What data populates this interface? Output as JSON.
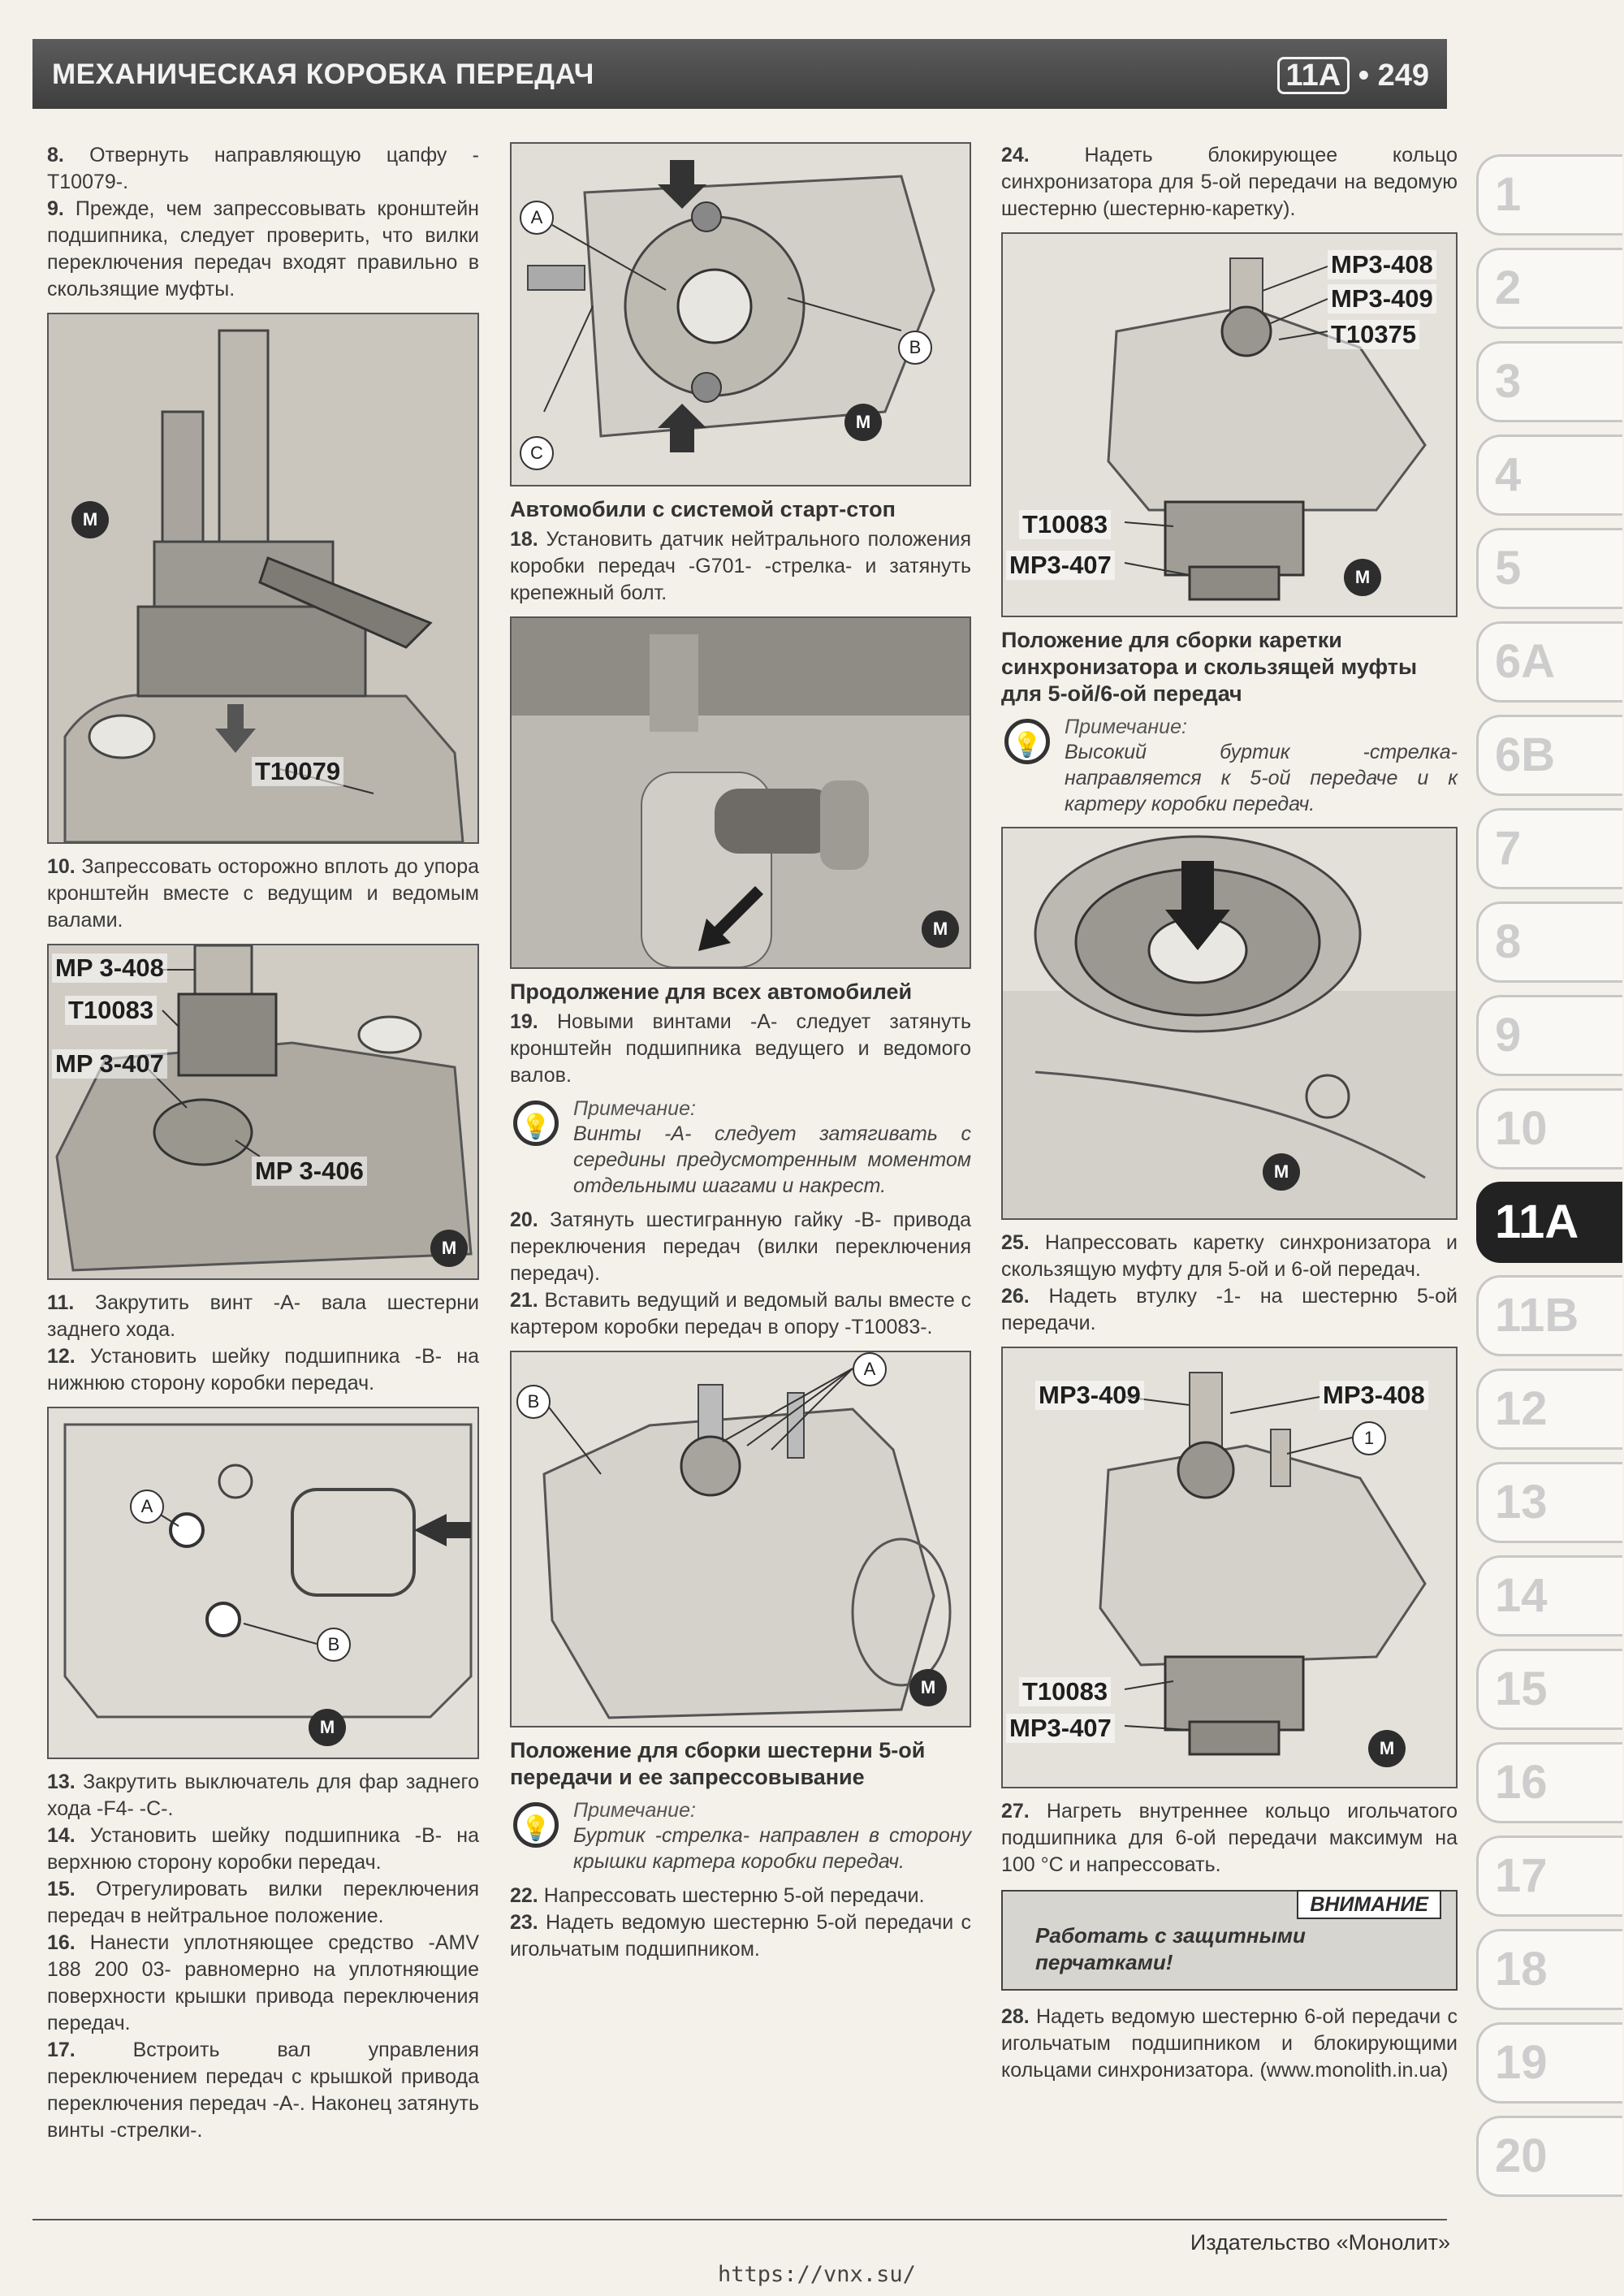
{
  "header": {
    "title": "МЕХАНИЧЕСКАЯ КОРОБКА ПЕРЕДАЧ",
    "chapter": "11A",
    "separator": "•",
    "page_number": "249"
  },
  "col1": {
    "steps_a": [
      {
        "num": "8.",
        "text": "Отвернуть направляющую цапфу -T10079-."
      },
      {
        "num": "9.",
        "text": "Прежде, чем запрессовывать кронштейн подшипника, следует проверить, что вилки переключения передач входят правильно в скользящие муфты."
      }
    ],
    "fig1": {
      "labels": [
        "T10079"
      ]
    },
    "steps_b": [
      {
        "num": "10.",
        "text": "Запрессовать осторожно вплоть до упора кронштейн вместе с ведущим и ведомым валами."
      }
    ],
    "fig2": {
      "labels": [
        "MP 3-408",
        "T10083",
        "MP 3-407",
        "MP 3-406"
      ]
    },
    "steps_c": [
      {
        "num": "11.",
        "text": "Закрутить винт -А- вала шестерни заднего хода."
      },
      {
        "num": "12.",
        "text": "Установить шейку подшипника -В- на нижнюю сторону коробки передач."
      }
    ],
    "fig3": {
      "labels": [
        "A",
        "B"
      ]
    },
    "steps_d": [
      {
        "num": "13.",
        "text": "Закрутить выключатель для фар заднего хода -F4- -C-."
      },
      {
        "num": "14.",
        "text": "Установить шейку подшипника -В- на верхнюю сторону коробки передач."
      },
      {
        "num": "15.",
        "text": "Отрегулировать вилки переключения передач в нейтральное положение."
      },
      {
        "num": "16.",
        "text": "Нанести уплотняющее средство -AMV 188 200 03- равномерно на уплотняющие поверхности крышки привода переключения передач."
      },
      {
        "num": "17.",
        "text": "Встроить вал управления переключением передач с крышкой привода переключения передач -А-. Наконец затянуть винты -стрелки-."
      }
    ]
  },
  "col2": {
    "fig4": {
      "labels": [
        "A",
        "B",
        "C"
      ]
    },
    "caption1": "Автомобили с системой старт-стоп",
    "steps_a": [
      {
        "num": "18.",
        "text": "Установить датчик нейтрального положения коробки передач -G701- -стрелка- и затянуть крепежный болт."
      }
    ],
    "caption2": "Продолжение для всех автомобилей",
    "steps_b": [
      {
        "num": "19.",
        "text": "Новыми винтами -А- следует затянуть кронштейн подшипника ведущего и ведомого валов."
      }
    ],
    "note1": {
      "title": "Примечание:",
      "text": "Винты -А- следует затягивать с середины предусмотренным моментом отдельными шагами и накрест."
    },
    "steps_c": [
      {
        "num": "20.",
        "text": "Затянуть шестигранную гайку -В- привода переключения передач (вилки переключения передач)."
      },
      {
        "num": "21.",
        "text": "Вставить ведущий и ведомый валы вместе с картером коробки передач в опору -T10083-."
      }
    ],
    "fig6": {
      "labels": [
        "A",
        "B"
      ]
    },
    "caption3": "Положение для сборки шестерни 5-ой передачи и ее запрессовывание",
    "note2": {
      "title": "Примечание:",
      "text": "Буртик -стрелка- направлен в сторону крышки картера коробки передач."
    },
    "steps_d": [
      {
        "num": "22.",
        "text": "Напрессовать шестерню 5-ой передачи."
      },
      {
        "num": "23.",
        "text": "Надеть ведомую шестерню 5-ой передачи с игольчатым подшипником."
      }
    ]
  },
  "col3": {
    "steps_a": [
      {
        "num": "24.",
        "text": "Надеть блокирующее кольцо синхронизатора для 5-ой передачи на ведомую шестерню (шестерню-каретку)."
      }
    ],
    "fig7": {
      "labels": [
        "MP3-408",
        "MP3-409",
        "T10375",
        "T10083",
        "MP3-407"
      ]
    },
    "caption1": "Положение для сборки каретки синхронизатора и скользящей муфты для 5-ой/6-ой передач",
    "note1": {
      "title": "Примечание:",
      "text": "Высокий буртик -стрелка- направляется к 5-ой передаче и к картеру коробки передач."
    },
    "steps_b": [
      {
        "num": "25.",
        "text": "Напрессовать каретку синхронизатора и скользящую муфту для 5-ой и 6-ой передач."
      },
      {
        "num": "26.",
        "text": "Надеть втулку -1- на шестерню 5-ой передачи."
      }
    ],
    "fig9": {
      "labels": [
        "MP3-409",
        "MP3-408",
        "1",
        "T10083",
        "MP3-407"
      ]
    },
    "steps_c": [
      {
        "num": "27.",
        "text": "Нагреть внутреннее кольцо игольчатого подшипника для 6-ой передачи максимум на 100 °С и напрессовать."
      }
    ],
    "warning": {
      "title": "ВНИМАНИЕ",
      "text": "Работать с защитными перчатками!"
    },
    "steps_d": [
      {
        "num": "28.",
        "text": "Надеть ведомую шестерню 6-ой передачи с игольчатым подшипником и блокирующими кольцами синхронизатора. (www.monolith.in.ua)"
      }
    ]
  },
  "tabs": [
    "1",
    "2",
    "3",
    "4",
    "5",
    "6A",
    "6B",
    "7",
    "8",
    "9",
    "10",
    "11A",
    "11B",
    "12",
    "13",
    "14",
    "15",
    "16",
    "17",
    "18",
    "19",
    "20"
  ],
  "active_tab": "11A",
  "footer": {
    "publisher": "Издательство «Монолит»",
    "url": "https://vnx.su/"
  },
  "colors": {
    "header_bg": "#4a4a4a",
    "active_tab": "#222222",
    "inactive_tab_text": "#cdcdcd"
  }
}
